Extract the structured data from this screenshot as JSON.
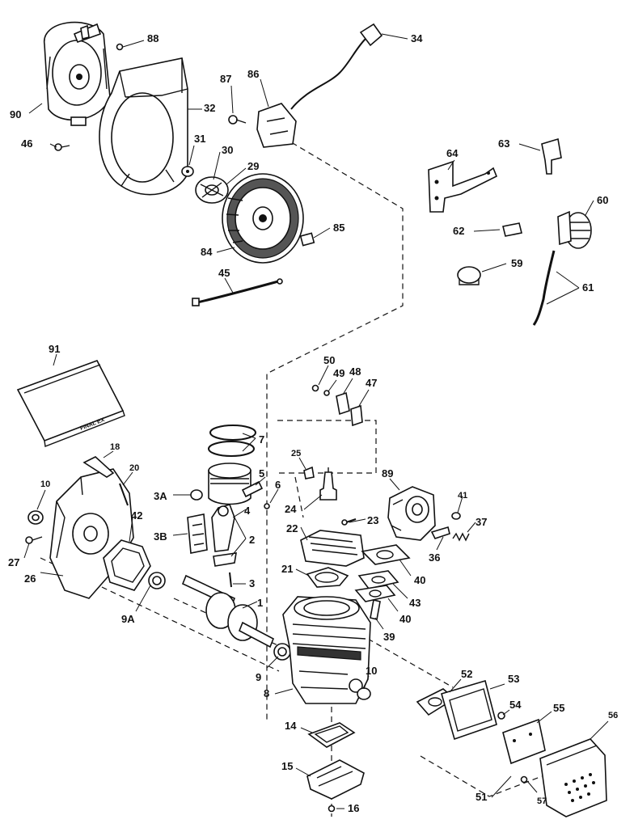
{
  "labels": {
    "l88": "88",
    "l34": "34",
    "l90": "90",
    "l87": "87",
    "l86": "86",
    "l32": "32",
    "l46": "46",
    "l31": "31",
    "l30": "30",
    "l29": "29",
    "l64": "64",
    "l63": "63",
    "l60": "60",
    "l62": "62",
    "l85": "85",
    "l84": "84",
    "l59": "59",
    "l45": "45",
    "l61": "61",
    "l91": "91",
    "l50": "50",
    "l49": "49",
    "l48": "48",
    "l47": "47",
    "l18": "18",
    "l7": "7",
    "l20": "20",
    "l10a": "10",
    "l25": "25",
    "l89": "89",
    "l5": "5",
    "l6": "6",
    "l3a": "3A",
    "l4": "4",
    "l41": "41",
    "l24": "24",
    "l23": "23",
    "l37": "37",
    "l42": "42",
    "l22": "22",
    "l3b": "3B",
    "l2": "2",
    "l27": "27",
    "l36": "36",
    "l26": "26",
    "l21": "21",
    "l40a": "40",
    "l3": "3",
    "l43": "43",
    "l9a": "9A",
    "l1": "1",
    "l40b": "40",
    "l39": "39",
    "l9": "9",
    "l10b": "10",
    "l52": "52",
    "l53": "53",
    "l8": "8",
    "l54": "54",
    "l55": "55",
    "l56": "56",
    "l14": "14",
    "l15": "15",
    "l51": "51",
    "l57": "57",
    "l16": "16"
  },
  "stamp": "FINAL EX"
}
